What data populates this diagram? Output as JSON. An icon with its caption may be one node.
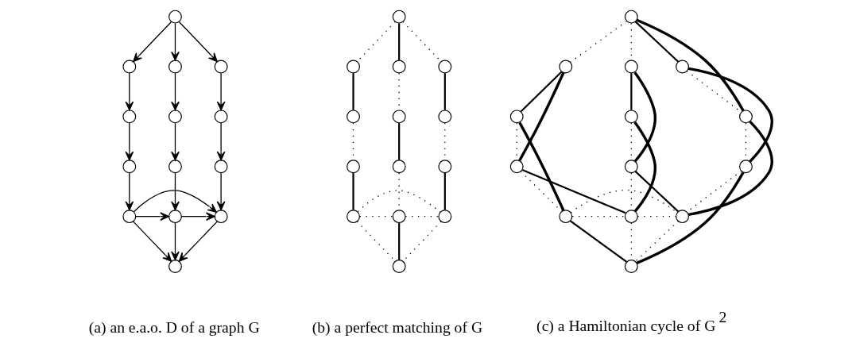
{
  "diagram": {
    "nodes": [
      {
        "text": [],
        "shape": "circle"
      },
      {
        "text": [],
        "shape": "circle"
      },
      {
        "text": [],
        "shape": "circle"
      },
      {
        "text": [],
        "shape": "circle"
      },
      {
        "text": [],
        "shape": "circle"
      },
      {
        "text": [],
        "shape": "circle"
      },
      {
        "text": [],
        "shape": "circle"
      },
      {
        "text": [],
        "shape": "circle"
      },
      {
        "text": [],
        "shape": "circle"
      },
      {
        "text": [],
        "shape": "circle"
      },
      {
        "text": [],
        "shape": "circle"
      },
      {
        "text": [],
        "shape": "circle"
      },
      {
        "text": [],
        "shape": "circle"
      },
      {
        "text": [],
        "shape": "circle"
      },
      {
        "text": [],
        "shape": "circle"
      },
      {
        "text": [],
        "shape": "circle"
      },
      {
        "text": [],
        "shape": "circle"
      },
      {
        "text": [],
        "shape": "circle"
      },
      {
        "text": [],
        "shape": "circle"
      },
      {
        "text": [],
        "shape": "circle"
      },
      {
        "text": [],
        "shape": "circle"
      },
      {
        "text": [],
        "shape": "circle"
      },
      {
        "text": [],
        "shape": "circle"
      },
      {
        "text": [],
        "shape": "circle"
      },
      {
        "text": [],
        "shape": "circle"
      },
      {
        "text": [],
        "shape": "circle"
      },
      {
        "text": [],
        "shape": "circle"
      },
      {
        "text": [],
        "shape": "circle"
      },
      {
        "text": [],
        "shape": "circle"
      },
      {
        "text": [],
        "shape": "circle"
      },
      {
        "text": [],
        "shape": "circle"
      },
      {
        "text": [],
        "shape": "circle"
      },
      {
        "text": [],
        "shape": "circle"
      },
      {
        "text": [],
        "shape": "circle"
      },
      {
        "text": [],
        "shape": "circle"
      },
      {
        "text": [],
        "shape": "circle"
      },
      {
        "text": [],
        "shape": "circle"
      },
      {
        "text": [],
        "shape": "circle"
      },
      {
        "text": [],
        "shape": "circle"
      },
      {
        "text": [],
        "shape": "circle"
      },
      {
        "text": [],
        "shape": "circle"
      },
      {
        "text": [],
        "shape": "circle"
      }
    ],
    "edges": [
      {
        "from": 0,
        "to": 1,
        "arrow": "to"
      },
      {
        "from": 0,
        "to": 2,
        "arrow": "to"
      },
      {
        "from": 0,
        "to": 3,
        "arrow": "to"
      },
      {
        "from": 1,
        "to": 4,
        "arrow": "to"
      },
      {
        "from": 2,
        "to": 5,
        "arrow": "to"
      },
      {
        "from": 3,
        "to": 6,
        "arrow": "to"
      },
      {
        "from": 4,
        "to": 7,
        "arrow": "to"
      },
      {
        "from": 5,
        "to": 8,
        "arrow": "to"
      },
      {
        "from": 6,
        "to": 9,
        "arrow": "to"
      },
      {
        "from": 7,
        "to": 10,
        "arrow": "to"
      },
      {
        "from": 8,
        "to": 11,
        "arrow": "to"
      },
      {
        "from": 9,
        "to": 12,
        "arrow": "to"
      },
      {
        "from": 10,
        "to": 11,
        "arrow": "to"
      },
      {
        "from": 11,
        "to": 12,
        "arrow": "to"
      },
      {
        "from": 10,
        "to": 12,
        "arrow": "to"
      },
      {
        "from": 10,
        "to": 13,
        "arrow": "to"
      },
      {
        "from": 11,
        "to": 13,
        "arrow": "to"
      },
      {
        "from": 12,
        "to": 13,
        "arrow": "to"
      },
      {
        "from": 14,
        "to": 15,
        "arrow": "none",
        "style": "dashed"
      },
      {
        "from": 14,
        "to": 16,
        "arrow": "none"
      },
      {
        "from": 14,
        "to": 17,
        "arrow": "none",
        "style": "dashed"
      },
      {
        "from": 15,
        "to": 18,
        "arrow": "none"
      },
      {
        "from": 16,
        "to": 19,
        "arrow": "none",
        "style": "dashed"
      },
      {
        "from": 17,
        "to": 20,
        "arrow": "none"
      },
      {
        "from": 18,
        "to": 21,
        "arrow": "none",
        "style": "dashed"
      },
      {
        "from": 19,
        "to": 22,
        "arrow": "none"
      },
      {
        "from": 20,
        "to": 23,
        "arrow": "none",
        "style": "dashed"
      },
      {
        "from": 21,
        "to": 24,
        "arrow": "none"
      },
      {
        "from": 22,
        "to": 25,
        "arrow": "none",
        "style": "dashed"
      },
      {
        "from": 23,
        "to": 26,
        "arrow": "none"
      },
      {
        "from": 24,
        "to": 25,
        "arrow": "none",
        "style": "dashed"
      },
      {
        "from": 25,
        "to": 26,
        "arrow": "none",
        "style": "dashed"
      },
      {
        "from": 24,
        "to": 26,
        "arrow": "none",
        "style": "dashed"
      },
      {
        "from": 24,
        "to": 27,
        "arrow": "none",
        "style": "dashed"
      },
      {
        "from": 25,
        "to": 27,
        "arrow": "none"
      },
      {
        "from": 26,
        "to": 27,
        "arrow": "none",
        "style": "dashed"
      },
      {
        "from": 28,
        "to": 29,
        "arrow": "none",
        "style": "dashed"
      },
      {
        "from": 28,
        "to": 30,
        "arrow": "none",
        "style": "dashed"
      },
      {
        "from": 28,
        "to": 31,
        "arrow": "none"
      },
      {
        "from": 29,
        "to": 32,
        "arrow": "none"
      },
      {
        "from": 30,
        "to": 33,
        "arrow": "none"
      },
      {
        "from": 31,
        "to": 34,
        "arrow": "none",
        "style": "dashed"
      },
      {
        "from": 32,
        "to": 35,
        "arrow": "none",
        "style": "dashed"
      },
      {
        "from": 33,
        "to": 36,
        "arrow": "none",
        "style": "dashed"
      },
      {
        "from": 34,
        "to": 37,
        "arrow": "none",
        "style": "dashed"
      },
      {
        "from": 35,
        "to": 38,
        "arrow": "none",
        "style": "dashed"
      },
      {
        "from": 36,
        "to": 39,
        "arrow": "none",
        "style": "dashed"
      },
      {
        "from": 37,
        "to": 40,
        "arrow": "none",
        "style": "dashed"
      },
      {
        "from": 38,
        "to": 39,
        "arrow": "none",
        "style": "dashed"
      },
      {
        "from": 39,
        "to": 40,
        "arrow": "none",
        "style": "dashed"
      },
      {
        "from": 38,
        "to": 40,
        "arrow": "none",
        "style": "dashed"
      },
      {
        "from": 38,
        "to": 41,
        "arrow": "none"
      },
      {
        "from": 39,
        "to": 41,
        "arrow": "none",
        "style": "dashed"
      },
      {
        "from": 40,
        "to": 41,
        "arrow": "none",
        "style": "dashed"
      },
      {
        "from": 35,
        "to": 39,
        "arrow": "none"
      },
      {
        "from": 36,
        "to": 40,
        "arrow": "none"
      },
      {
        "from": 28,
        "to": 34,
        "arrow": "none",
        "style": "thick"
      },
      {
        "from": 31,
        "to": 37,
        "arrow": "none",
        "style": "thick"
      },
      {
        "from": 37,
        "to": 41,
        "arrow": "none",
        "style": "thick"
      },
      {
        "from": 32,
        "to": 38,
        "arrow": "none",
        "style": "thick"
      },
      {
        "from": 29,
        "to": 35,
        "arrow": "none",
        "style": "thick"
      },
      {
        "from": 33,
        "to": 39,
        "arrow": "none",
        "style": "thick"
      },
      {
        "from": 30,
        "to": 36,
        "arrow": "none",
        "style": "thick"
      },
      {
        "from": 34,
        "to": 40,
        "arrow": "none",
        "style": "thick"
      }
    ],
    "labels": [
      "(a) an e.a.o. D of a graph G",
      "(b) a perfect matching of G",
      "(c) a Hamiltonian cycle of G$^{2}$"
    ]
  }
}
